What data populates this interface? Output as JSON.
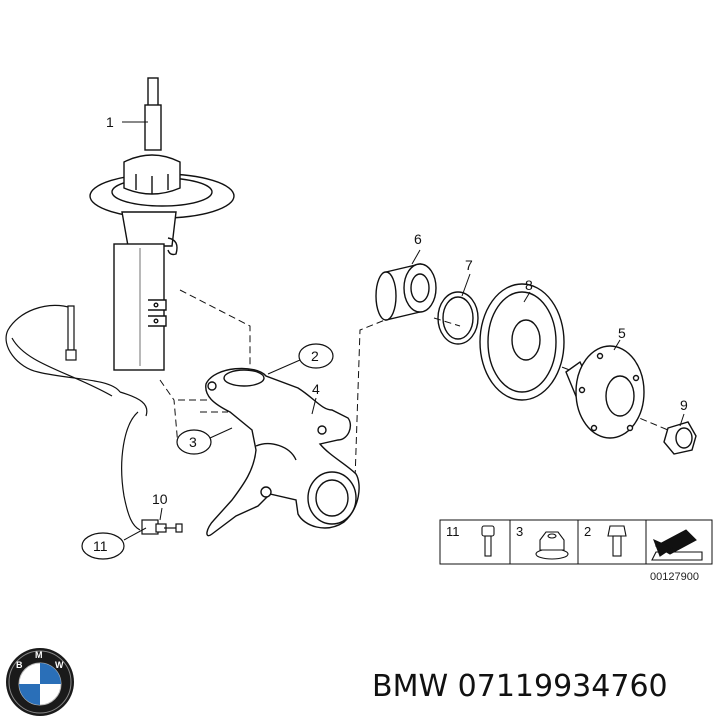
{
  "callouts": {
    "c1": "1",
    "c2": "2",
    "c3": "3",
    "c4": "4",
    "c5": "5",
    "c6": "6",
    "c7": "7",
    "c8": "8",
    "c9": "9",
    "c10": "10",
    "c11": "11"
  },
  "legend": {
    "item1": "11",
    "item2": "3",
    "item3": "2"
  },
  "drawing_code": "00127900",
  "logo": {
    "letter1": "B",
    "letter2": "M",
    "letter3": "W"
  },
  "footer": {
    "brand_part_number": "BMW 07119934760"
  }
}
